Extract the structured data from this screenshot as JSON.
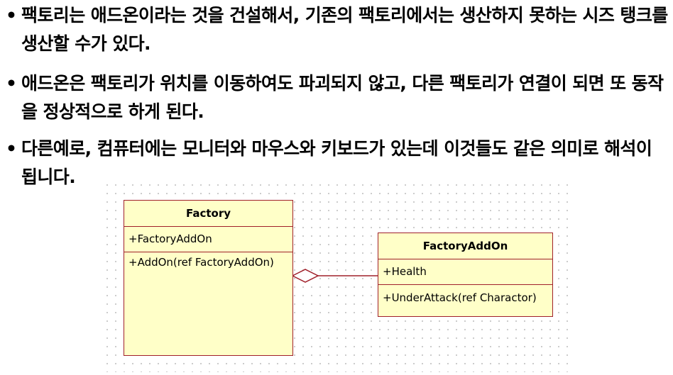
{
  "bullets": [
    {
      "marker": "•",
      "text": "팩토리는 애드온이라는 것을 건설해서, 기존의 팩토리에서는 생산하지 못하는 시즈 탱크를 생산할 수가 있다."
    },
    {
      "marker": "•",
      "text": "애드온은 팩토리가 위치를 이동하여도 파괴되지 않고, 다른 팩토리가 연결이 되면 또 동작을 정상적으로 하게 된다."
    },
    {
      "marker": "•",
      "text": "다른예로, 컴퓨터에는 모니터와 마우스와 키보드가 있는데 이것들도 같은 의미로 해석이 됩니다."
    }
  ],
  "diagram": {
    "factory": {
      "name": "Factory",
      "attribute": "+FactoryAddOn",
      "operation": "+AddOn(ref FactoryAddOn)"
    },
    "addon": {
      "name": "FactoryAddOn",
      "attribute": "+Health",
      "operation": "+UnderAttack(ref Charactor)"
    },
    "relationship": "aggregation",
    "colors": {
      "fill": "#ffffc8",
      "border": "#a0202a"
    }
  }
}
